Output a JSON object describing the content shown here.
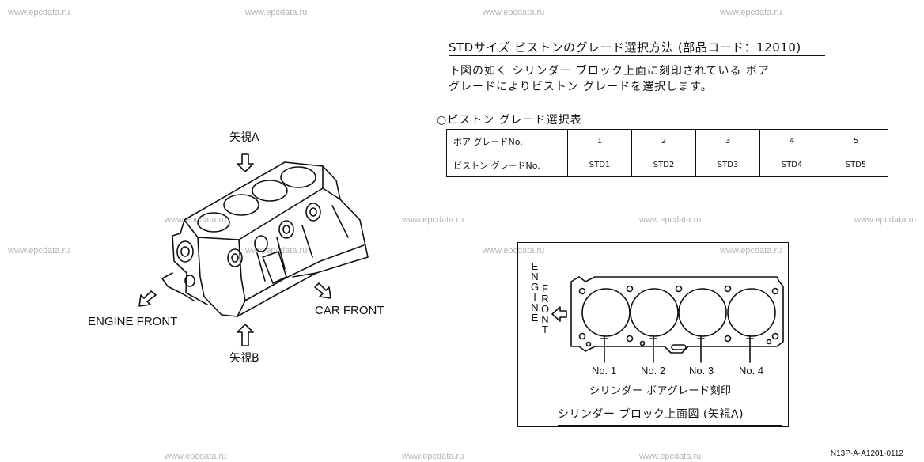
{
  "watermark": "www.epcdata.ru",
  "title": "STDサイズ ビストンのグレード選択方法 (部品コード：12010)",
  "description": {
    "line1": "下図の如く シリンダー ブロック上面に刻印されている ボア",
    "line2": "グレードによりビストン グレードを選択します。"
  },
  "table": {
    "title": "○ビストン グレード選択表",
    "rows": [
      {
        "header": "ボア グレードNo.",
        "values": [
          "1",
          "2",
          "3",
          "4",
          "5"
        ]
      },
      {
        "header": "ビストン グレードNo.",
        "values": [
          "STD1",
          "STD2",
          "STD3",
          "STD4",
          "STD5"
        ]
      }
    ]
  },
  "left_diagram": {
    "view_a": "矢視A",
    "view_b": "矢視B",
    "engine_front": "ENGINE FRONT",
    "car_front": "CAR FRONT"
  },
  "right_diagram": {
    "engine": "ENGINE",
    "front": "FRONT",
    "cylinders": [
      "No. 1",
      "No. 2",
      "No. 3",
      "No. 4"
    ],
    "caption": "シリンダー ボアグレード刻印",
    "bottom_title": "シリンダー ブロック上面図 (矢視A)"
  },
  "code": "N13P-A-A1201-0112"
}
